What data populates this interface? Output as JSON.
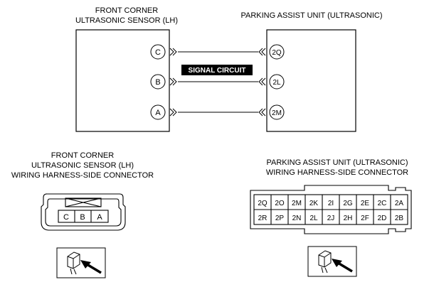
{
  "sensor": {
    "title_line1": "FRONT CORNER",
    "title_line2": "ULTRASONIC SENSOR (LH)",
    "pins": [
      "C",
      "B",
      "A"
    ]
  },
  "unit": {
    "title": "PARKING ASSIST UNIT (ULTRASONIC)",
    "pins": [
      "2Q",
      "2L",
      "2M"
    ]
  },
  "signal_label": "SIGNAL CIRCUIT",
  "sensor_connector": {
    "title_line1": "FRONT CORNER",
    "title_line2": "ULTRASONIC SENSOR (LH)",
    "title_line3": "WIRING HARNESS-SIDE CONNECTOR",
    "pins": [
      "C",
      "B",
      "A"
    ]
  },
  "unit_connector": {
    "title_line1": "PARKING ASSIST UNIT (ULTRASONIC)",
    "title_line2": "WIRING HARNESS-SIDE CONNECTOR",
    "row1": [
      "2Q",
      "2O",
      "2M",
      "2K",
      "2I",
      "2G",
      "2E",
      "2C",
      "2A"
    ],
    "row2": [
      "2R",
      "2P",
      "2N",
      "2L",
      "2J",
      "2H",
      "2F",
      "2D",
      "2B"
    ]
  },
  "icons": {
    "sensor_view": "harness-view-icon",
    "unit_view": "harness-view-icon"
  }
}
